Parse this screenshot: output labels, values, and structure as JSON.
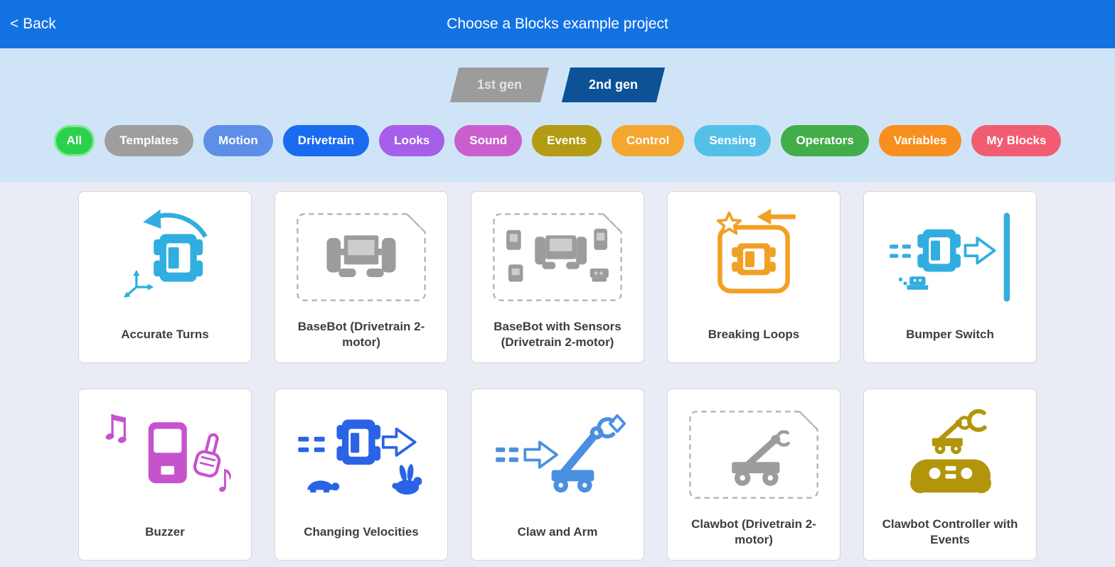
{
  "header": {
    "back_label": "< Back",
    "title": "Choose a Blocks example project",
    "background": "#1372e2"
  },
  "generation_tabs": [
    {
      "label": "1st gen",
      "selected": false,
      "color": "#9c9c9c"
    },
    {
      "label": "2nd gen",
      "selected": true,
      "color": "#0d5296"
    }
  ],
  "filters": [
    {
      "label": "All",
      "color": "#2bd14c",
      "selected": true
    },
    {
      "label": "Templates",
      "color": "#9e9e9e",
      "selected": false
    },
    {
      "label": "Motion",
      "color": "#5d8ee8",
      "selected": false
    },
    {
      "label": "Drivetrain",
      "color": "#1a6bf0",
      "selected": false
    },
    {
      "label": "Looks",
      "color": "#a55fe8",
      "selected": false
    },
    {
      "label": "Sound",
      "color": "#cb5ece",
      "selected": false
    },
    {
      "label": "Events",
      "color": "#b39b13",
      "selected": false
    },
    {
      "label": "Control",
      "color": "#f4a630",
      "selected": false
    },
    {
      "label": "Sensing",
      "color": "#54c0e8",
      "selected": false
    },
    {
      "label": "Operators",
      "color": "#43ad4a",
      "selected": false
    },
    {
      "label": "Variables",
      "color": "#f78f1e",
      "selected": false
    },
    {
      "label": "My Blocks",
      "color": "#f25c72",
      "selected": false
    }
  ],
  "projects": [
    {
      "title": "Accurate Turns",
      "icon": "accurate-turns-icon"
    },
    {
      "title": "BaseBot (Drivetrain 2-motor)",
      "icon": "basebot-icon"
    },
    {
      "title": "BaseBot with Sensors (Drivetrain 2-motor)",
      "icon": "basebot-with-sensors-icon"
    },
    {
      "title": "Breaking Loops",
      "icon": "breaking-loops-icon"
    },
    {
      "title": "Bumper Switch",
      "icon": "bumper-switch-icon"
    },
    {
      "title": "Buzzer",
      "icon": "buzzer-icon"
    },
    {
      "title": "Changing Velocities",
      "icon": "changing-velocities-icon"
    },
    {
      "title": "Claw and Arm",
      "icon": "claw-and-arm-icon"
    },
    {
      "title": "Clawbot (Drivetrain 2-motor)",
      "icon": "clawbot-icon"
    },
    {
      "title": "Clawbot Controller with Events",
      "icon": "clawbot-controller-icon"
    }
  ]
}
